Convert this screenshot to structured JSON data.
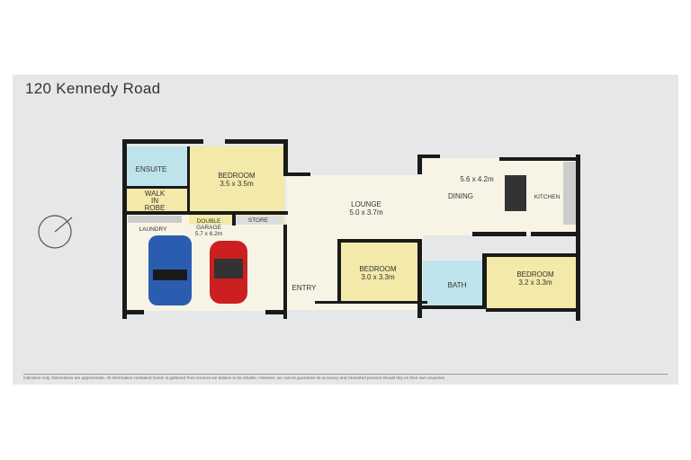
{
  "title": "120 Kennedy Road",
  "disclaimer": "Indicative only. Dimensions are approximate. All information contained herein is gathered from sources we believe to be reliable. However, we cannot guarantee its accuracy and interested persons should rely on their own enquiries.",
  "rooms": {
    "ensuite": {
      "name": "ENSUITE"
    },
    "bedroom1": {
      "name": "BEDROOM",
      "size": "3.5 x 3.5m"
    },
    "robe": {
      "line1": "WALK",
      "line2": "IN",
      "line3": "ROBE"
    },
    "laundry": {
      "name": "LAUNDRY"
    },
    "garage": {
      "line1": "DOUBLE",
      "line2": "GARAGE",
      "size": "5.7 x 6.2m"
    },
    "store": {
      "name": "STORE"
    },
    "lounge": {
      "name": "LOUNGE",
      "size": "5.0 x 3.7m"
    },
    "dining": {
      "name": "DINING",
      "size": "5.6 x 4.2m"
    },
    "kitchen": {
      "name": "KITCHEN"
    },
    "entry": {
      "name": "ENTRY"
    },
    "bedroom2": {
      "name": "BEDROOM",
      "size": "3.0 x 3.3m"
    },
    "bath": {
      "name": "BATH"
    },
    "bedroom3": {
      "name": "BEDROOM",
      "size": "3.2 x 3.3m"
    }
  },
  "colors": {
    "wet": "#bfe3ea",
    "bedroom": "#f3e9a8",
    "living": "#f7f4e6",
    "wall": "#1a1a1a",
    "car1": "#2a5db0",
    "car2": "#cc1f1f"
  },
  "icons": [
    "compass-icon",
    "blue-car-icon",
    "red-car-icon"
  ]
}
